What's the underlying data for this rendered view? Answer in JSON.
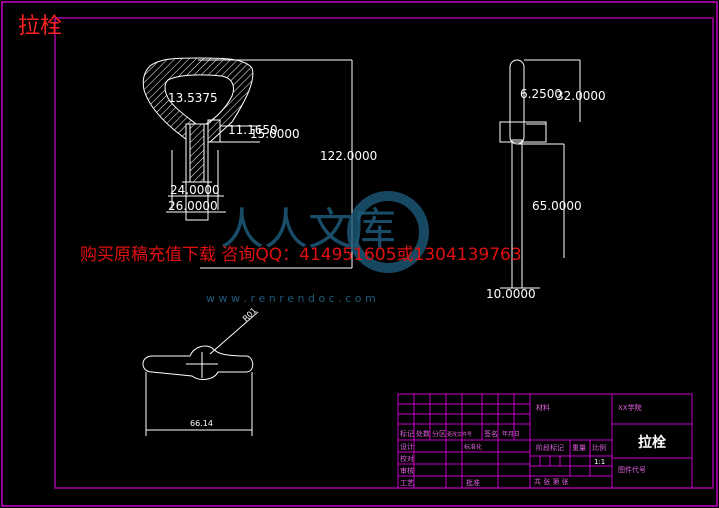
{
  "header": {
    "title": "拉栓"
  },
  "dimensions": {
    "d_13_5375": "13.5375",
    "d_11_1650": "11.1650",
    "d_15_0000": "15.0000",
    "d_122_0000": "122.0000",
    "d_24_0000": "24.0000",
    "d_26_0000": "26.0000",
    "d_6_2500": "6.2500",
    "d_32_0000": "32.0000",
    "d_65_0000": "65.0000",
    "d_10_0000": "10.0000",
    "d_r01": "R01",
    "d_66_14": "66.14"
  },
  "watermark": {
    "logo_text": "人人文库",
    "url_text": "w w w . r e n r e n d o c . c o m",
    "promo_text": "购买原稿充值下载  咨询QQ：414951605或1304139763"
  },
  "title_block": {
    "material_label": "材料",
    "school": "XX学院",
    "part_name": "拉栓",
    "drawing_code_label": "图件代号",
    "stage_mark_label": "阶段标记",
    "weight_label": "重量",
    "scale_label": "比例",
    "scale_value": "1:1",
    "sheets_label": "共   张 第   张",
    "header_cells": [
      "标记",
      "处数",
      "分区",
      "更改文件号",
      "签名",
      "年月日"
    ],
    "row_labels": [
      "设计",
      "校对",
      "审核",
      "工艺"
    ],
    "std_label": "标准化",
    "approve_label": "批准"
  },
  "colors": {
    "frame": "#c800c8",
    "drawing": "#ffffff",
    "title_text": "#ff2020",
    "promo_text": "#e01010",
    "title_block_text": "#e060e0",
    "dim_text": "#ffffff",
    "watermark": "#1d5a7a"
  }
}
